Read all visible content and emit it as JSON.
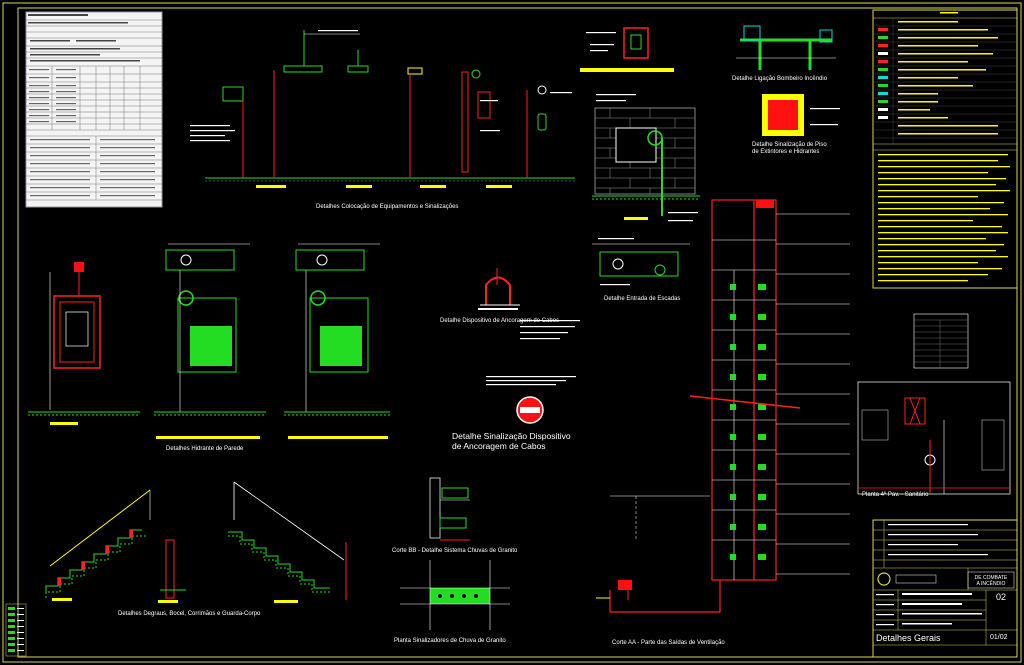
{
  "captions": {
    "equipamentos": "Detalhes Colocação de Equipamentos e Sinalizações",
    "ligacao_bombeiro": "Detalhe Ligação Bombeiro Incêndio",
    "sinalizacao_piso": "Detalhe Sinalização de Piso",
    "sinalizacao_piso_2": "de Extintores e Hidrantes",
    "hidrante_parede": "Detalhes Hidrante de Parede",
    "dispositivo_cabos": "Detalhe Dispositivo de Ancoragem de Cabos",
    "detalhe_escadas": "Detalhe Entrada de Escadas",
    "sinalizacao_dispositivo_1": "Detalhe Sinalização Dispositivo",
    "sinalizacao_dispositivo_2": "de Ancoragem de Cabos",
    "degraus": "Detalhes Degraus, Bocel, Corrimãos e Guarda-Corpo",
    "corte_bb": "Corte BB - Detalhe Sistema Chuvas de Granito",
    "planta_vista": "Planta Sinalizadores de Chuva de Granito",
    "corte_aa": "Corte AA - Parte das Saídas de Ventilação",
    "planta_4pav": "Planta 4º Pav. - Sanitário"
  },
  "title_block": {
    "badge_line1": "DE COMBATE",
    "badge_line2": "A INCÊNDIO",
    "sheet_title": "Detalhes Gerais",
    "sheet_number": "02",
    "sheet_count": "01/02"
  },
  "colors": {
    "background": "#000000",
    "border": "#d8d84a",
    "line_red": "#ff2020",
    "line_green": "#22dd22",
    "line_yellow": "#ffff00",
    "line_white": "#ffffff",
    "line_cyan": "#00dddd"
  }
}
